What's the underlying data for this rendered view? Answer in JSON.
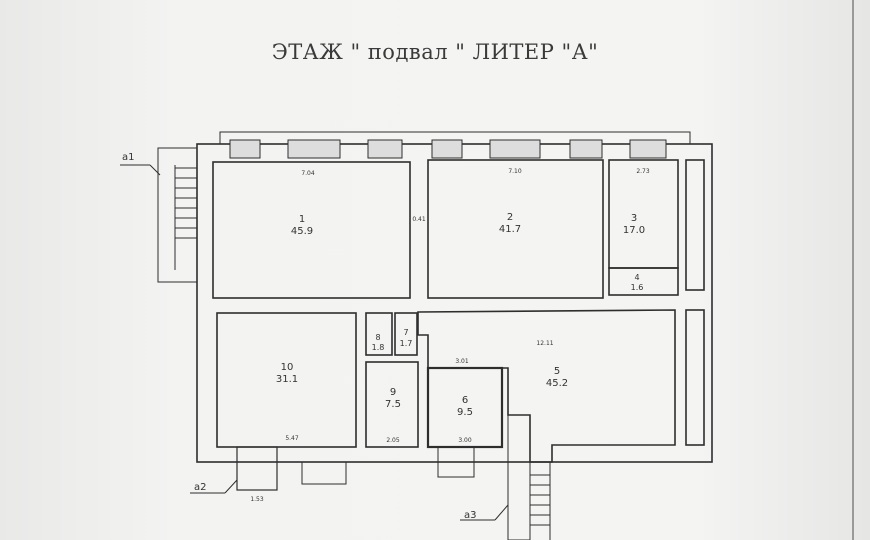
{
  "title": "ЭТАЖ \" подвал \"  ЛИТЕР \"А\"",
  "markers": {
    "a1": "а1",
    "a2": "а2",
    "a3": "а3"
  },
  "rooms": [
    {
      "num": "1",
      "area": "45.9"
    },
    {
      "num": "2",
      "area": "41.7"
    },
    {
      "num": "3",
      "area": "17.0"
    },
    {
      "num": "4",
      "area": "1.6"
    },
    {
      "num": "5",
      "area": "45.2"
    },
    {
      "num": "6",
      "area": "9.5"
    },
    {
      "num": "7",
      "area": "1.7"
    },
    {
      "num": "8",
      "area": "1.8"
    },
    {
      "num": "9",
      "area": "7.5"
    },
    {
      "num": "10",
      "area": "31.1"
    }
  ],
  "dims": {
    "r1_top": "7.04",
    "r2_top": "7.10",
    "r3_top": "2.73",
    "r5_top": "12.11",
    "r10_bottom": "5.47",
    "r9_bottom": "2.05",
    "r6_bottom": "3.00",
    "r6_top": "3.01",
    "porch": "1.53",
    "corridor": "0.41"
  }
}
